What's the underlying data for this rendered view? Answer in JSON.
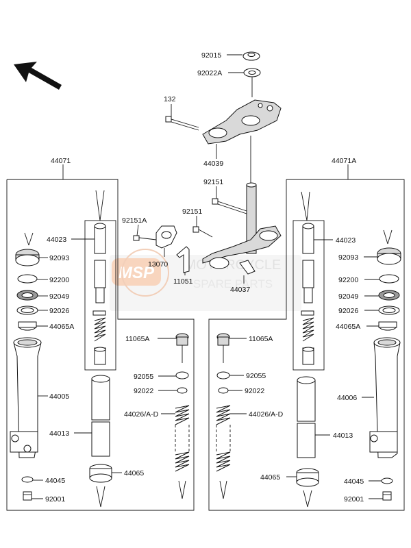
{
  "watermark": {
    "logo_text": "MSP",
    "line1": "MOTORCYCLE",
    "line2": "SPARE PARTS",
    "accent_color": "#f0a070"
  },
  "labels": {
    "p92015": "92015",
    "p92022A": "92022A",
    "p132": "132",
    "p44039": "44039",
    "p44071": "44071",
    "p44071A": "44071A",
    "p92151_top": "92151",
    "p92151_mid": "92151",
    "p92151A": "92151A",
    "p13070": "13070",
    "p11051": "11051",
    "p44037": "44037",
    "L_44023": "44023",
    "L_92093": "92093",
    "L_92200": "92200",
    "L_92049": "92049",
    "L_92026": "92026",
    "L_44065A": "44065A",
    "L_44005": "44005",
    "L_44013": "44013",
    "L_44045": "44045",
    "L_92001": "92001",
    "L_44065": "44065",
    "L_11065A": "11065A",
    "L_92055": "92055",
    "L_92022": "92022",
    "L_44026": "44026/A-D",
    "R_44023": "44023",
    "R_92093": "92093",
    "R_92200": "92200",
    "R_92049": "92049",
    "R_92026": "92026",
    "R_44065A": "44065A",
    "R_44006": "44006",
    "R_44013": "44013",
    "R_44045": "44045",
    "R_92001": "92001",
    "R_44065": "44065",
    "R_11065A": "11065A",
    "R_92055": "92055",
    "R_92022": "92022",
    "R_44026": "44026/A-D"
  }
}
